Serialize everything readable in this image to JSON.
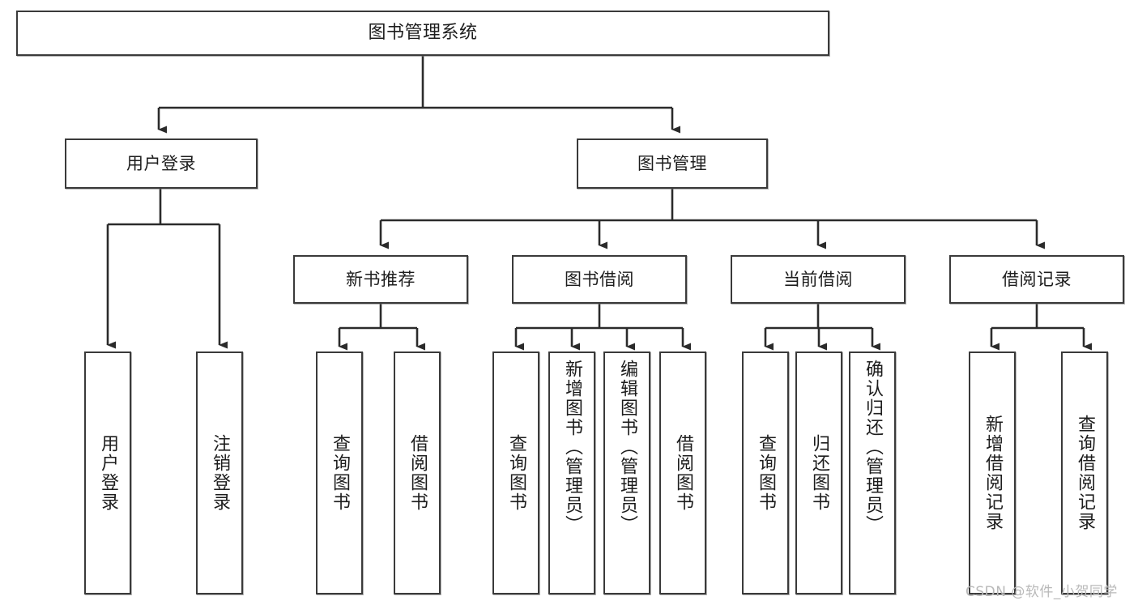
{
  "diagram": {
    "type": "tree-hierarchy",
    "title": "图书管理系统",
    "watermark": "CSDN @软件_小贺同学",
    "colors": {
      "box_border": "#3a3a3a",
      "box_fill": "#ffffff",
      "connector": "#2b2b2b",
      "text": "#1d1d1d",
      "watermark": "#b9b9b9",
      "background": "#ffffff"
    },
    "nodes": {
      "root": {
        "label": "图书管理系统"
      },
      "level2": [
        {
          "id": "user-login",
          "label": "用户登录"
        },
        {
          "id": "book-management",
          "label": "图书管理"
        }
      ],
      "level3": [
        {
          "id": "new-book-recommend",
          "label": "新书推荐"
        },
        {
          "id": "book-borrow",
          "label": "图书借阅"
        },
        {
          "id": "current-borrow",
          "label": "当前借阅"
        },
        {
          "id": "borrow-record",
          "label": "借阅记录"
        }
      ],
      "leaves": {
        "user_login": [
          {
            "id": "leaf-user-login",
            "label": "用户登录"
          },
          {
            "id": "leaf-logout-login",
            "label": "注销登录"
          }
        ],
        "new_book_recommend": [
          {
            "id": "leaf-query-book-1",
            "label": "查询图书"
          },
          {
            "id": "leaf-borrow-book-1",
            "label": "借阅图书"
          }
        ],
        "book_borrow": [
          {
            "id": "leaf-query-book-2",
            "label": "查询图书"
          },
          {
            "id": "leaf-add-book",
            "label": "新增图书（管理员）"
          },
          {
            "id": "leaf-edit-book",
            "label": "编辑图书（管理员）"
          },
          {
            "id": "leaf-borrow-book-2",
            "label": "借阅图书"
          }
        ],
        "current_borrow": [
          {
            "id": "leaf-query-book-3",
            "label": "查询图书"
          },
          {
            "id": "leaf-return-book",
            "label": "归还图书"
          },
          {
            "id": "leaf-confirm-return",
            "label": "确认归还（管理员）"
          }
        ],
        "borrow_record": [
          {
            "id": "leaf-add-record",
            "label": "新增借阅记录"
          },
          {
            "id": "leaf-query-record",
            "label": "查询借阅记录"
          }
        ]
      }
    }
  }
}
